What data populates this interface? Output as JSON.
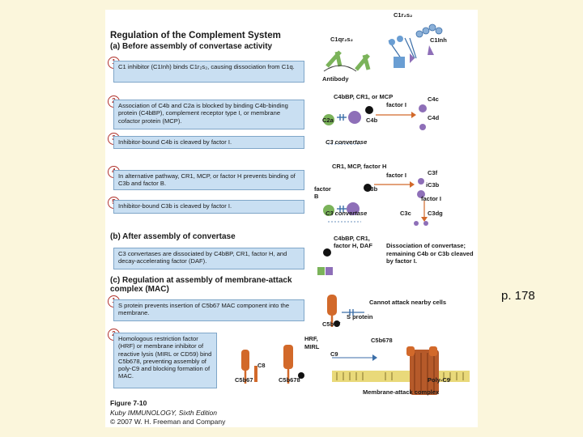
{
  "figure": {
    "title": "Regulation of the Complement System",
    "section_a": "(a) Before assembly of convertase activity",
    "section_b": "(b) After assembly of convertase",
    "section_c_line1": "(c) Regulation at assembly of membrane-attack",
    "section_c_line2": "complex (MAC)",
    "steps_a": [
      {
        "num": "1",
        "text": "C1 inhibitor (C1Inh) binds C1r₂s₂, causing dissociation from C1q."
      },
      {
        "num": "2",
        "text": "Association of C4b and C2a is blocked by binding C4b-binding protein (C4bBP), complement receptor type I, or membrane cofactor protein (MCP)."
      },
      {
        "num": "3",
        "text": "Inhibitor-bound C4b is cleaved by factor I."
      },
      {
        "num": "4",
        "text": "In alternative pathway, CR1, MCP, or factor H prevents binding of C3b and factor B."
      },
      {
        "num": "5",
        "text": "Inhibitor-bound C3b is cleaved by factor I."
      }
    ],
    "step_b": "C3 convertases are dissociated by C4bBP, CR1, factor H, and decay-accelerating factor (DAF).",
    "steps_c": [
      {
        "num": "1",
        "text": "S protein prevents insertion of C5b67 MAC component into the membrane."
      },
      {
        "num": "2",
        "text": "Homologous restriction factor (HRF) or membrane inhibitor of reactive lysis (MIRL or CD59) bind C5b678, preventing assembly of poly-C9 and blocking formation of MAC."
      }
    ],
    "caption_number": "Figure 7-10",
    "caption_book": "Kuby IMMUNOLOGY, Sixth Edition",
    "caption_copyright": "© 2007 W. H. Freeman and Company"
  },
  "diagram_labels": {
    "c1r2s2": "C1r₂s₂",
    "c1qr2s2": "C1qr₂s₂",
    "c1inh": "C1Inh",
    "antibody": "Antibody",
    "c4bbp_cr1_mcp": "C4bBP, CR1, or MCP",
    "factor_i": "factor I",
    "c4c": "C4c",
    "c4d": "C4d",
    "c2a": "C2a",
    "c4b": "C4b",
    "c3_convertase": "C3 convertase",
    "cr1_mcp_factor_h": "CR1, MCP, factor H",
    "c3f": "C3f",
    "ic3b": "iC3b",
    "factor_b": "factor B",
    "c3b": "C3b",
    "c3c": "C3c",
    "c3dg": "C3dg",
    "b_inhibitors": "C4bBP, CR1, factor H, DAF",
    "b_result": "Dissociation of convertase; remaining C4b or C3b cleaved by factor I.",
    "cannot_attack": "Cannot attack nearby cells",
    "s_protein": "S protein",
    "c5b67": "C5b67",
    "hrf_mirl": "HRF, MIRL",
    "c5b678": "C5b678",
    "c8": "C8",
    "c9": "C9",
    "poly_c9": "Poly-C9",
    "mac": "Membrane-attack complex"
  },
  "page": {
    "number": "p. 178"
  },
  "colors": {
    "background": "#fbf6dc",
    "step_box": "#c9dff2",
    "step_border": "#7fa6c8",
    "step_number": "#b0302a",
    "green": "#7bb35a",
    "purple": "#8e6fb8",
    "blue": "#3b6ea8",
    "orange": "#d2692a",
    "membrane": "#e9d97a"
  }
}
